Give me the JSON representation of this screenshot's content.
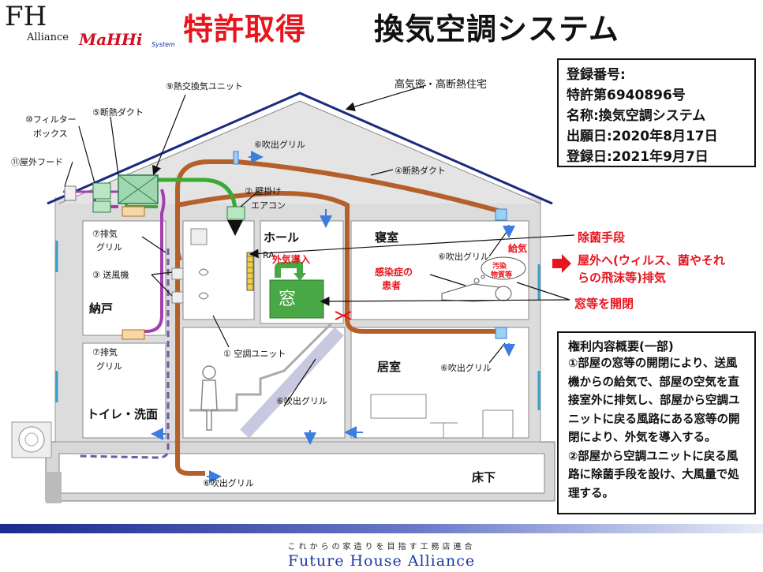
{
  "header": {
    "logo_fh": "FH",
    "logo_alliance": "Alliance",
    "logo_mahh": "MaHHi",
    "logo_system": "System",
    "title_red": "特許取得",
    "title_black": "換気空調システム"
  },
  "registration": {
    "number_label": "登録番号:",
    "patent_number": "特許第6940896号",
    "name": "名称:換気空調システム",
    "filing_date": "出願日:2020年8月17日",
    "registration_date": "登録日:2021年9月7日"
  },
  "rights": {
    "title": "権利内容概要(一部)",
    "item1": "①部屋の窓等の開閉により、送風機からの給気で、部屋の空気を直接室外に排気し、部屋から空調ユニットに戻る風路にある窓等の開閉により、外気を導入する。",
    "item2": "②部屋から空調ユニットに戻る風路に除菌手段を設け、大風量で処理する。"
  },
  "labels": {
    "house": "高気密・高断熱住宅",
    "heat_exchange_unit": "⑨熱交換気ユニット",
    "insulated_duct_5": "⑤断熱ダクト",
    "filter_box_1": "⑩フィルター",
    "filter_box_2": "ボックス",
    "outdoor_hood": "⑪屋外フード",
    "outlet_grill": "⑥吹出グリル",
    "insulated_duct_4": "④断熱ダクト",
    "wall_ac_1": "② 壁掛け",
    "wall_ac_2": "エアコン",
    "exhaust_grill_1": "⑦排気",
    "exhaust_grill_2": "グリル",
    "blower": "③ 送風機",
    "ac_unit": "① 空調ユニット",
    "ra": "RA",
    "outside_air_intake": "外気導入",
    "window": "窓",
    "air_supply": "給気",
    "pollutant_1": "汚染",
    "pollutant_2": "物質等",
    "patient_1": "感染症の",
    "patient_2": "患者",
    "sterilization": "除菌手段",
    "exhaust_outside_1": "屋外へ(ウィルス、菌やそれ",
    "exhaust_outside_2": "らの飛沫等)排気",
    "open_window": "窓等を開閉"
  },
  "rooms": {
    "hall": "ホール",
    "bedroom": "寝室",
    "storage": "納戸",
    "living": "居室",
    "toilet": "トイレ・洗面",
    "underfloor": "床下"
  },
  "footer": {
    "tagline": "これからの家造りを目指す工務店連合",
    "org": "Future House Alliance"
  },
  "colors": {
    "title_red": "#e8141e",
    "duct_brown": "#b5602a",
    "green_duct": "#3aaa35",
    "purple_duct": "#a23fb0",
    "house_outline": "#1a2a80",
    "arrow_blue": "#3b7de0",
    "window_green": "#48a845"
  }
}
